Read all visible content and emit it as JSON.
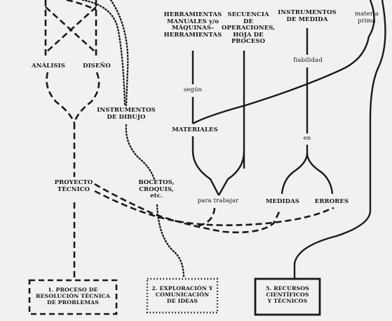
{
  "nodes": {
    "analisis": "ANÁLISIS",
    "diseno": "DISEÑO",
    "instrumentos_dibujo": "INSTRUMENTOS\nDE DIBUJO",
    "herramientas": "HERRAMIENTAS\nMANUALES y/o\nMÁQUINAS-\nHERRAMIENTAS",
    "secuencia": "SECUENCIA DE\nOPERACIONES,\nHOJA DE\nPROCESO",
    "instrumentos_medida": "INSTRUMENTOS\nDE MEDIDA",
    "materia_prima": "materia\nprima",
    "segun": "según",
    "fiabilidad": "fiabilidad",
    "materiales": "MATERIALES",
    "en": "en",
    "proyecto_tecnico": "PROYECTO\nTÉCNICO",
    "bocetos": "BOCETOS,\nCROQUIS,\netc.",
    "para_trabajar": "para trabajar",
    "medidas": "MEDIDAS",
    "errores": "ERRORES"
  },
  "boxes": {
    "box1": "1. PROCESO DE\nRESOLUCIÓN TÉCNICA\nDE PROBLEMAS",
    "box2": "2. EXPLORACIÓN Y\nCOMUNICACIÓN\nDE IDEAS",
    "box5": "5. RECURSOS\nCIENTÍFICOS\nY TÉCNICOS"
  }
}
